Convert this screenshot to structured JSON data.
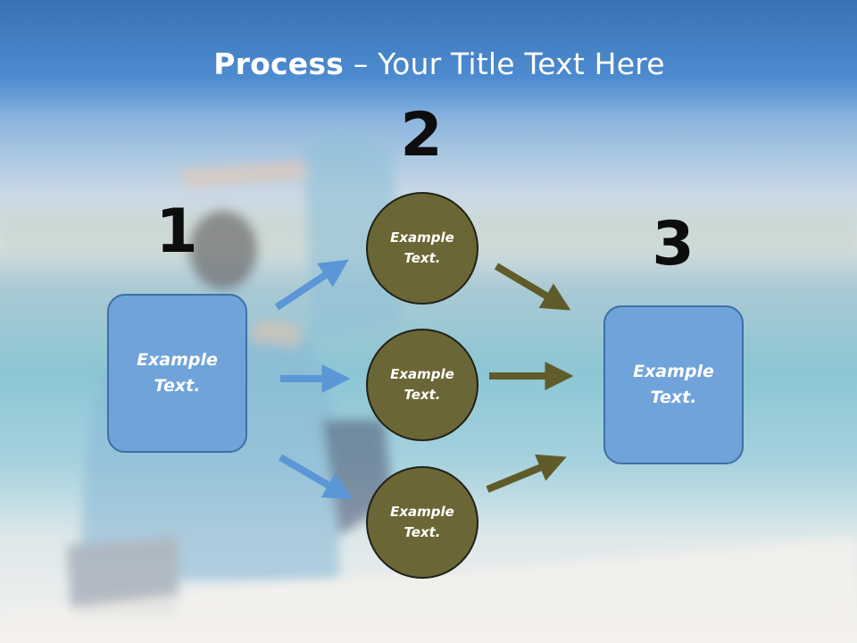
{
  "slide": {
    "title_bold": "Process",
    "title_rest": " – Your Title Text Here",
    "steps": [
      {
        "number": "1",
        "label": "Example\nText."
      },
      {
        "number": "2",
        "labels": [
          "Example\nText.",
          "Example\nText.",
          "Example\nText."
        ]
      },
      {
        "number": "3",
        "label": "Example\nText."
      }
    ]
  },
  "colors": {
    "box_fill": "#6fa3da",
    "box_border": "#3f6fa6",
    "circle_fill": "#6b6635",
    "blue_arrow": "#5b96d6",
    "olive_arrow": "#5f5b2b",
    "numbers": "#0d0d0d"
  }
}
